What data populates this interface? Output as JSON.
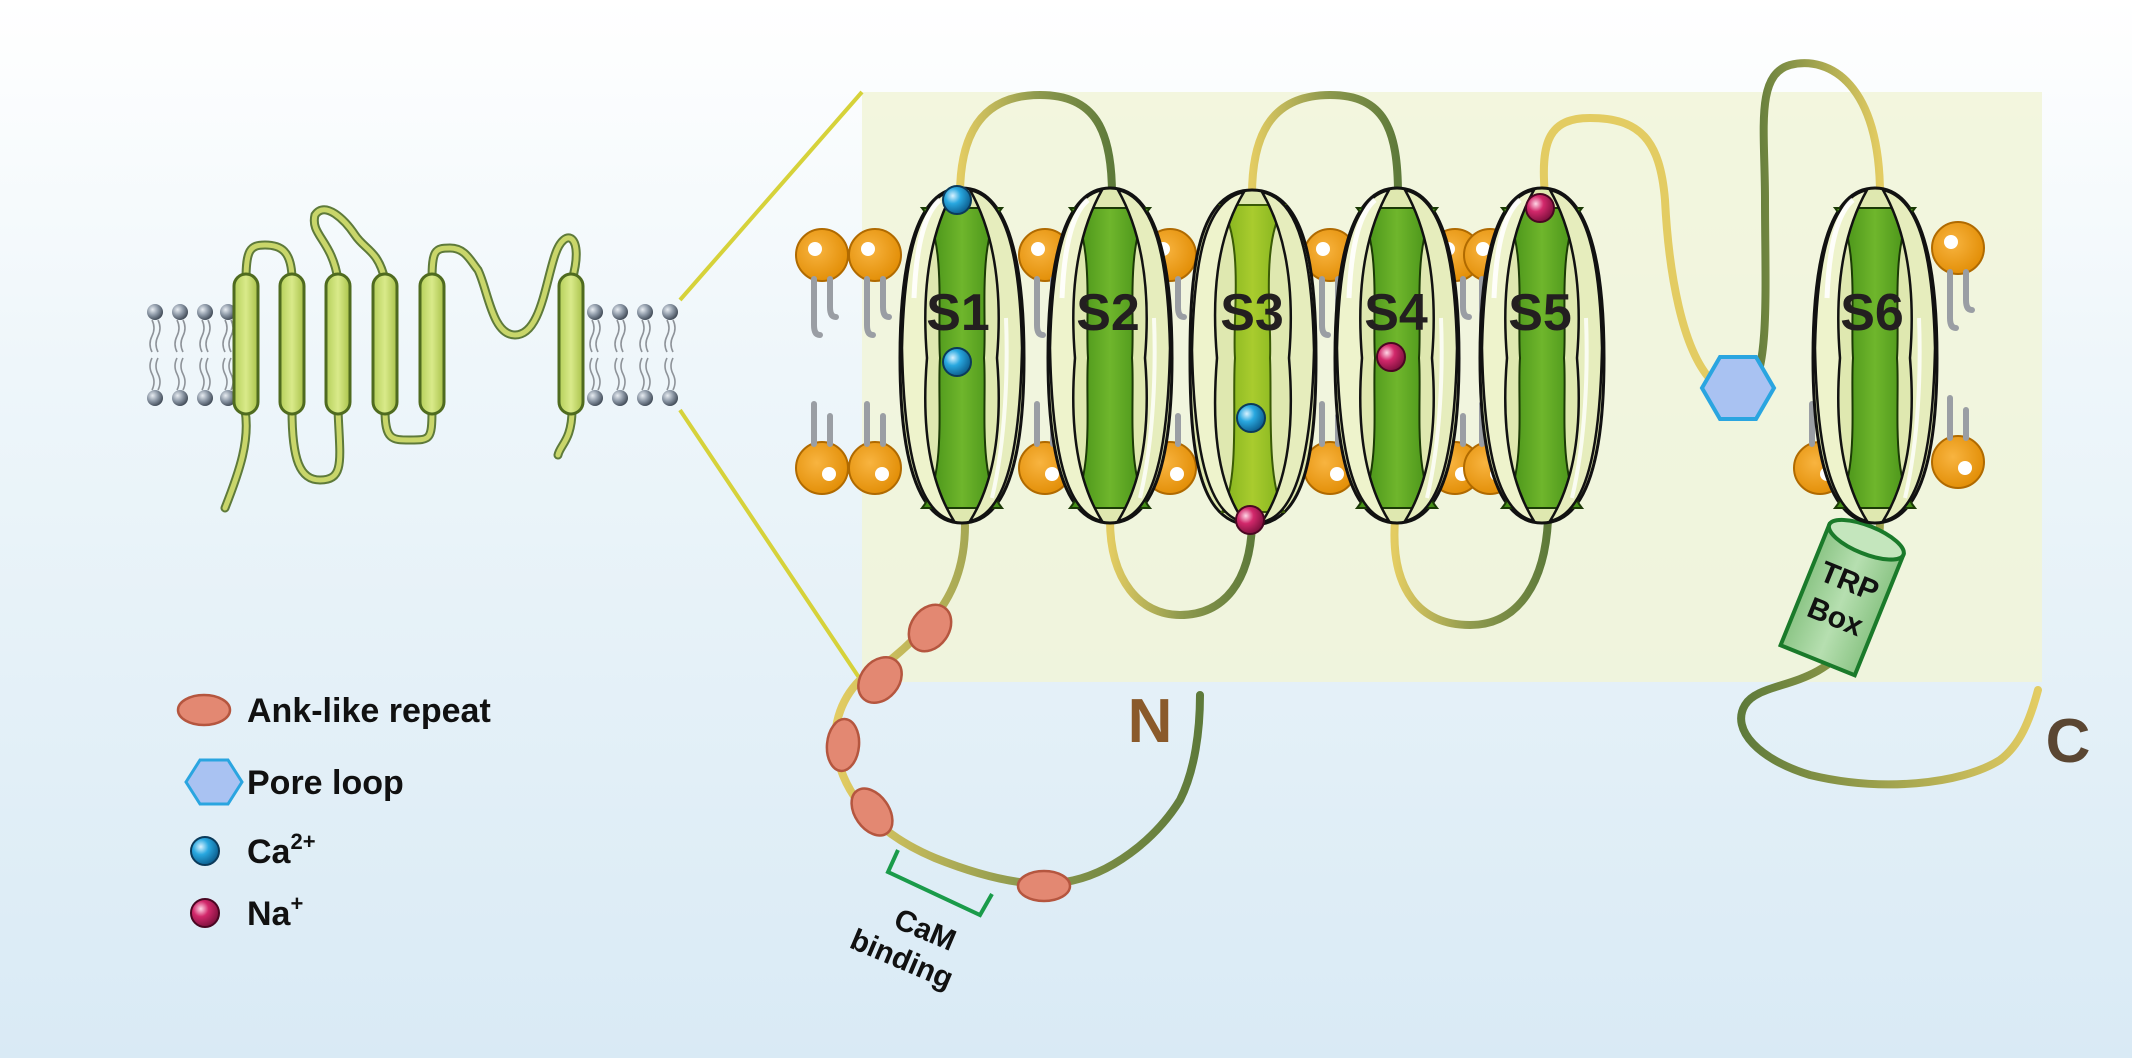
{
  "segments": [
    "S1",
    "S2",
    "S3",
    "S4",
    "S5",
    "S6"
  ],
  "terminals": {
    "n": "N",
    "c": "C"
  },
  "cam_binding": {
    "line1": "CaM",
    "line2": "binding"
  },
  "trp_box": {
    "line1": "TRP",
    "line2": "Box"
  },
  "legend": {
    "ank": "Ank-like repeat",
    "pore": "Pore loop",
    "ca": "Ca",
    "ca_sup": "2+",
    "na": "Na",
    "na_sup": "+"
  },
  "colors": {
    "helix_light": "#dfe8b0",
    "helix_dark": "#4f9a1e",
    "lipid_head": "#f39c0f",
    "ank_repeat": "#e38872",
    "pore_loop": "#a9c2f2",
    "ca_ion": "#29a8e0",
    "na_ion": "#d2286b",
    "trp_box": "#9fd19a",
    "loop_dark": "#5e7a3a",
    "loop_light": "#e3cc62",
    "n_label": "#8a5a2b",
    "c_label": "#5a4632"
  }
}
